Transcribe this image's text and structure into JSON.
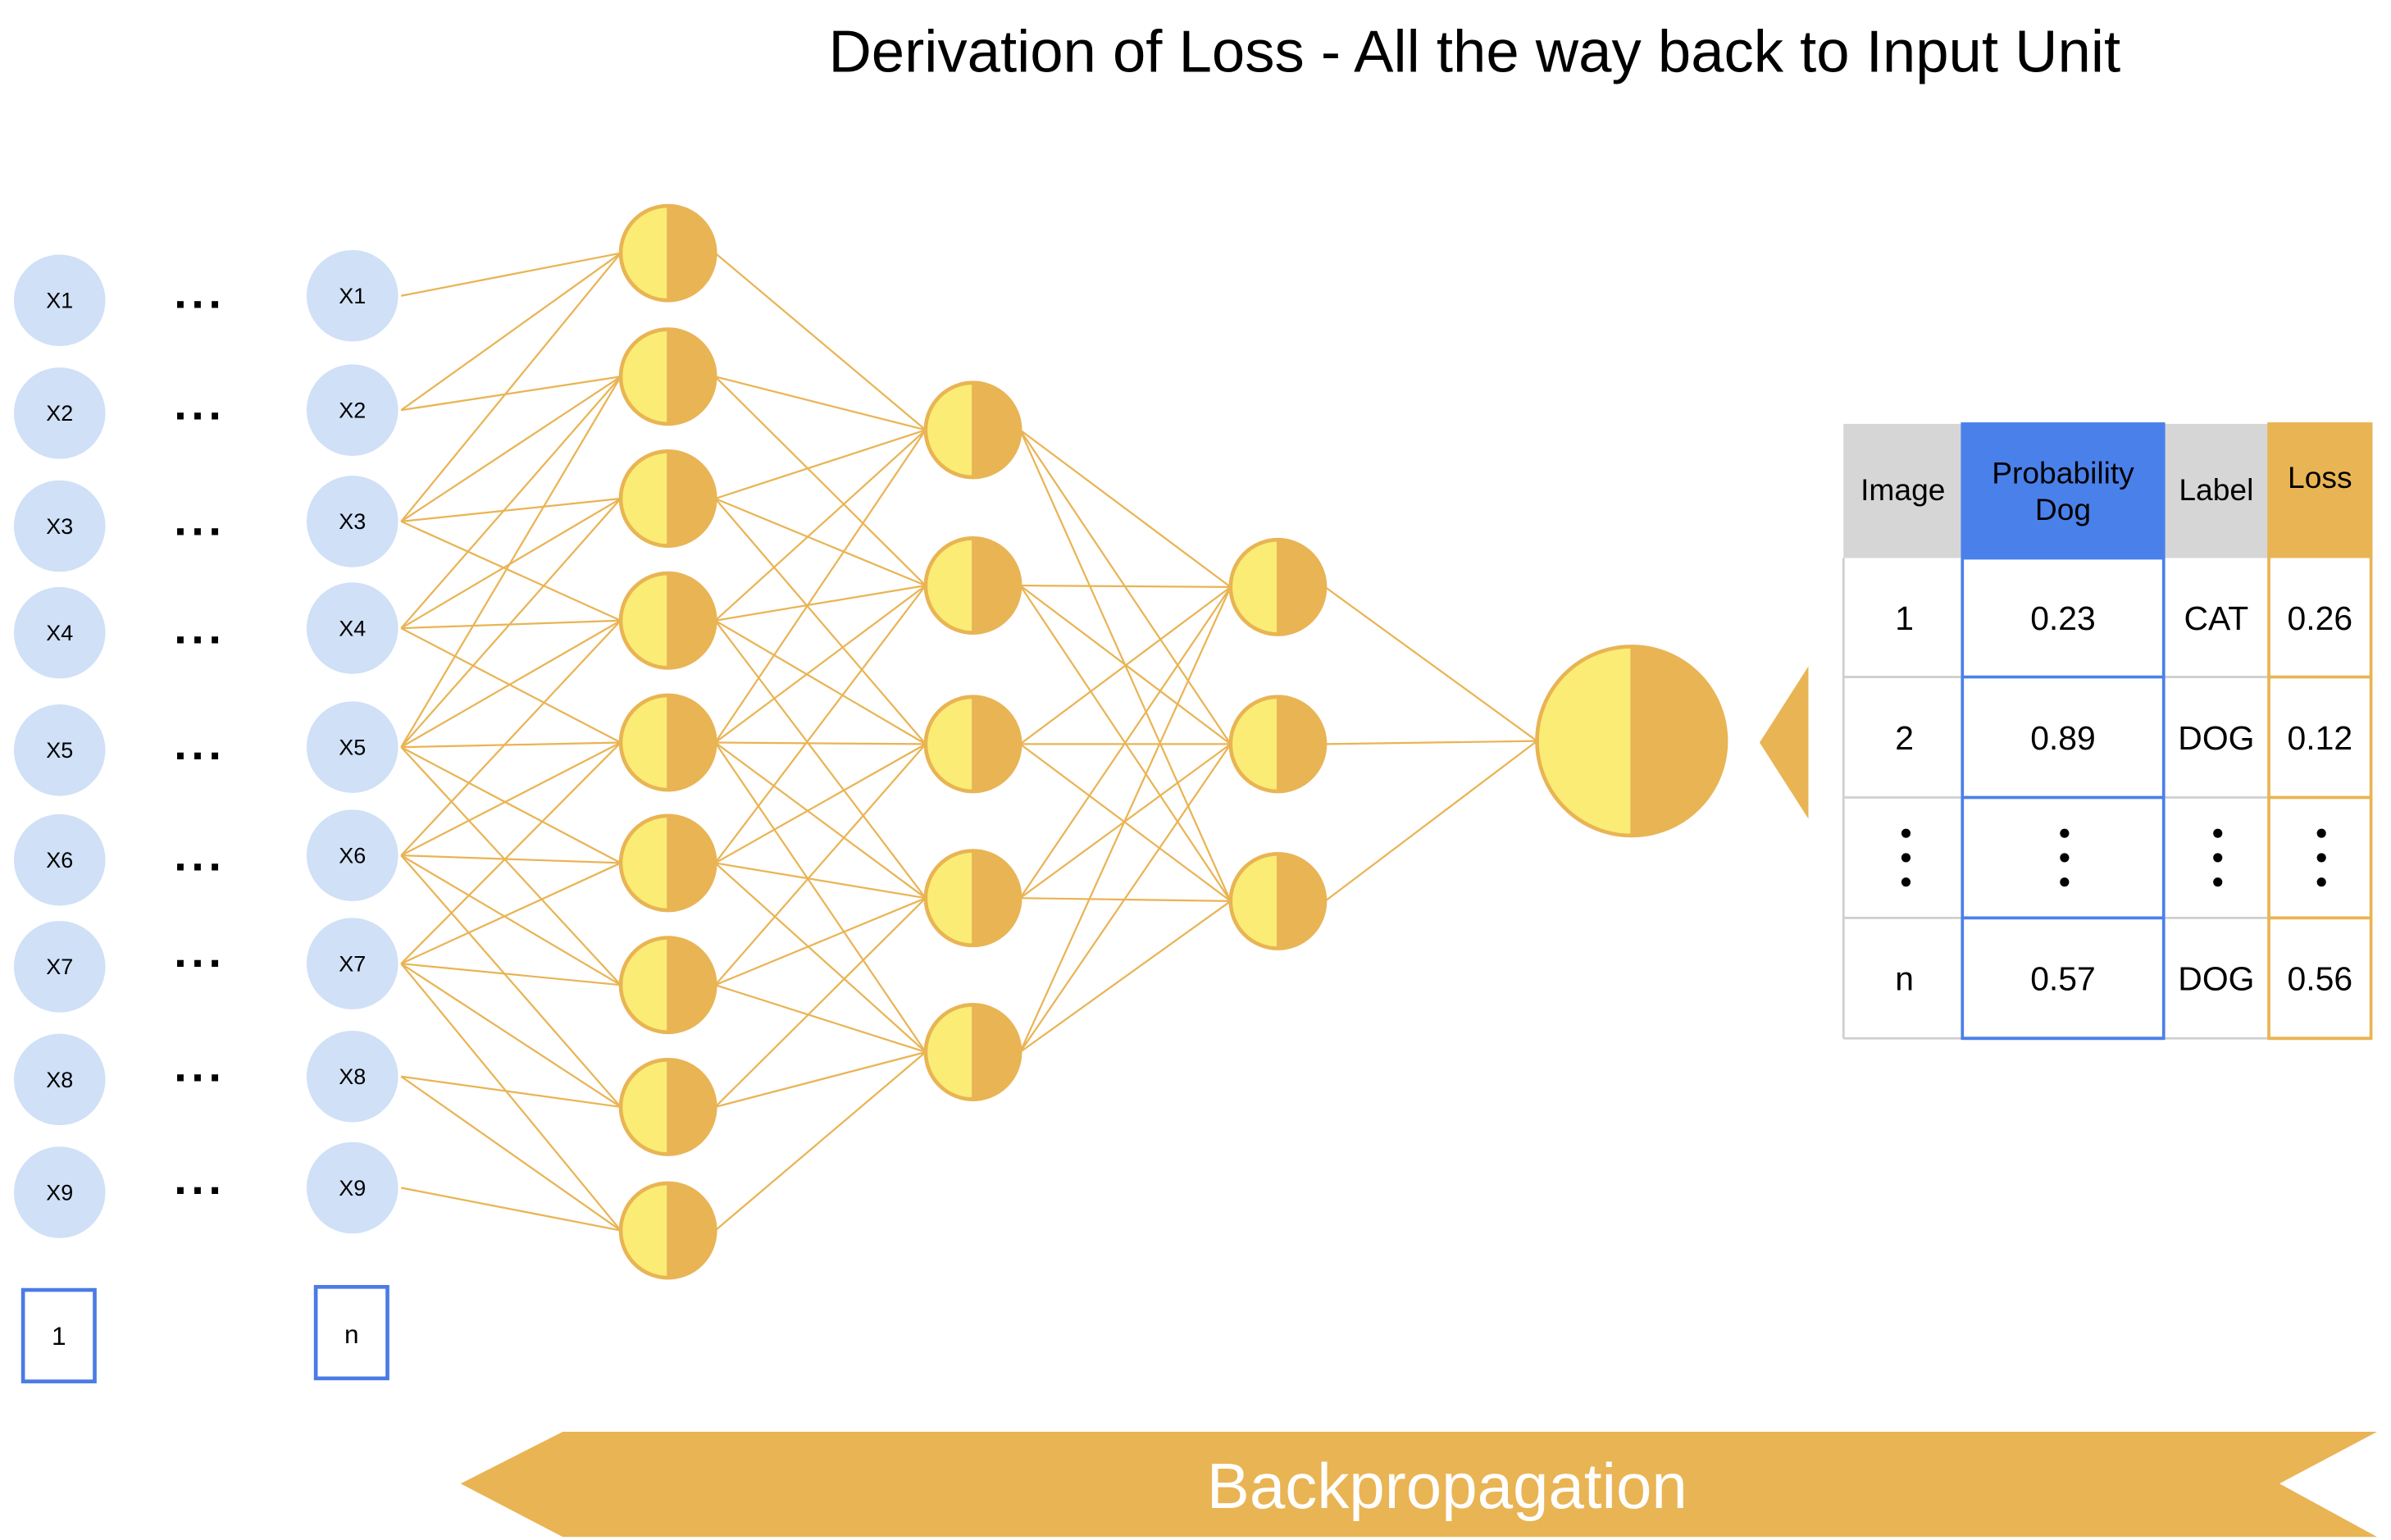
{
  "title": "Derivation of Loss - All the way back to Input Unit",
  "inputs": {
    "first": {
      "labels": [
        "X1",
        "X2",
        "X3",
        "X4",
        "X5",
        "X6",
        "X7",
        "X8",
        "X9"
      ],
      "box": "1"
    },
    "last": {
      "labels": [
        "X1",
        "X2",
        "X3",
        "X4",
        "X5",
        "X6",
        "X7",
        "X8",
        "X9"
      ],
      "box": "n"
    },
    "ellipsis": "..."
  },
  "network": {
    "layer_sizes": [
      9,
      5,
      3,
      1
    ]
  },
  "table": {
    "headers": [
      "Image",
      "Probability Dog",
      "Label",
      "Loss"
    ],
    "rows": [
      [
        "1",
        "0.23",
        "CAT",
        "0.26"
      ],
      [
        "2",
        "0.89",
        "DOG",
        "0.12"
      ],
      [
        "⋮",
        "⋮",
        "⋮",
        "⋮"
      ],
      [
        "n",
        "0.57",
        "DOG",
        "0.56"
      ]
    ]
  },
  "banner": {
    "label": "Backpropagation"
  },
  "colors": {
    "input_node": "#CFE0F7",
    "neuron_left": "#FAEC75",
    "neuron_right": "#E9B454",
    "connection": "#E9B454",
    "box_border": "#4B7BE5",
    "header_gray": "#D6D6D6",
    "header_blue": "#4A80EA",
    "header_orange": "#E9B454",
    "banner": "#E9B454"
  }
}
